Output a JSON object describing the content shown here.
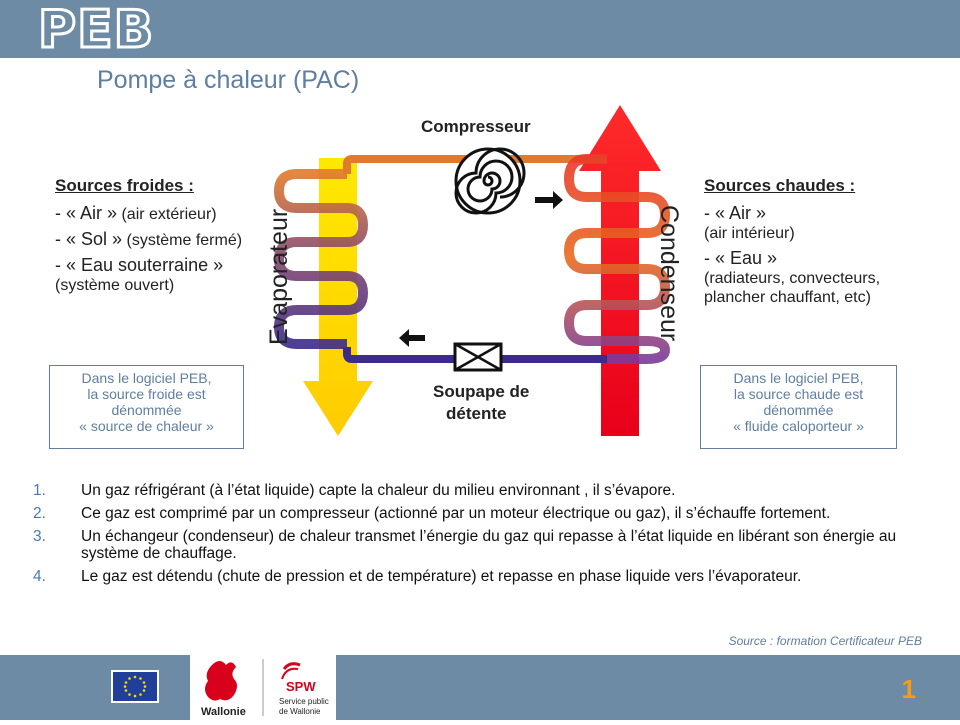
{
  "header": {
    "logo": "PEB"
  },
  "title": "Pompe à chaleur (PAC)",
  "diagram": {
    "compressor": "Compresseur",
    "evaporator": "Evaporateur",
    "condenser": "Condenseur",
    "valve_line1": "Soupape de",
    "valve_line2": "détente",
    "cold": {
      "header": "Sources froides :",
      "item1_main": "- « Air »",
      "item1_sub": " (air extérieur)",
      "item2_main": "- « Sol »",
      "item2_sub": " (système fermé)",
      "item3_main": "- « Eau souterraine »",
      "item3_sub": "(système ouvert)"
    },
    "hot": {
      "header": "Sources chaudes :",
      "item1_main": "- « Air »",
      "item1_sub": "(air intérieur)",
      "item2_main": "- « Eau »",
      "item2_sub": "(radiateurs, convecteurs, plancher chauffant, etc)"
    }
  },
  "notes": {
    "left": [
      "Dans le logiciel PEB,",
      "la source froide est",
      "dénommée",
      "« source de chaleur »"
    ],
    "right": [
      "Dans le logiciel PEB,",
      "la source chaude est",
      "dénommée",
      "« fluide caloporteur »"
    ]
  },
  "steps": [
    {
      "num": "1.",
      "text": "Un gaz réfrigérant (à l’état liquide) capte la chaleur du milieu environnant , il s’évapore."
    },
    {
      "num": "2.",
      "text": "Ce gaz est comprimé par un compresseur (actionné par un moteur électrique ou gaz),  il s’échauffe fortement."
    },
    {
      "num": "3.",
      "text": "Un échangeur (condenseur) de chaleur transmet l’énergie du gaz qui repasse à l’état liquide en libérant son énergie au système de chauffage."
    },
    {
      "num": "4.",
      "text": "Le gaz est détendu (chute de pression et de température) et repasse en phase liquide vers l’évaporateur."
    }
  ],
  "source": "Source : formation Certificateur PEB",
  "footer": {
    "page_number": "1",
    "wallonie": "Wallonie",
    "spw": "SPW",
    "spw_sub1": "Service public",
    "spw_sub2": "de Wallonie"
  }
}
